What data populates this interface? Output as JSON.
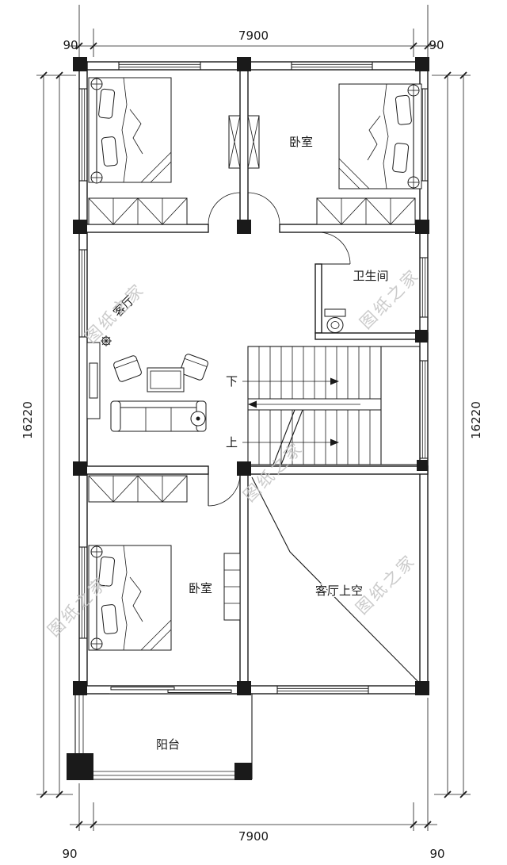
{
  "drawing": {
    "watermark": "图纸之家",
    "rooms": {
      "bedroom_top": "卧室",
      "bedroom_bottom": "卧室",
      "bathroom": "卫生间",
      "living_room": "客厅",
      "living_room_void": "客厅上空",
      "balcony": "阳台"
    },
    "stairs": {
      "down": "下",
      "up": "上"
    },
    "dims": {
      "top_width": "7900",
      "top_left": "90",
      "top_right": "90",
      "bottom_width": "7900",
      "bottom_left": "90",
      "bottom_right": "90",
      "left_height": "16220",
      "right_height": "16220"
    },
    "colors": {
      "line": "#1a1a1a",
      "watermark": "#c3c3c3",
      "background": "#ffffff"
    }
  }
}
